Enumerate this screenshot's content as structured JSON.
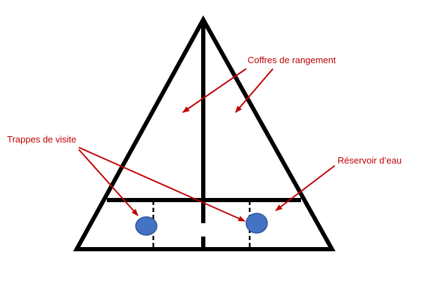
{
  "labels": {
    "storage": "Coffres de rangement",
    "hatches": "Trappes de visite",
    "tank": "Réservoir d’eau"
  },
  "colors": {
    "outline": "#000000",
    "annotation": "#c00000",
    "hatch_fill": "#4472c4",
    "hatch_stroke": "#2f5597",
    "background": "#ffffff"
  }
}
